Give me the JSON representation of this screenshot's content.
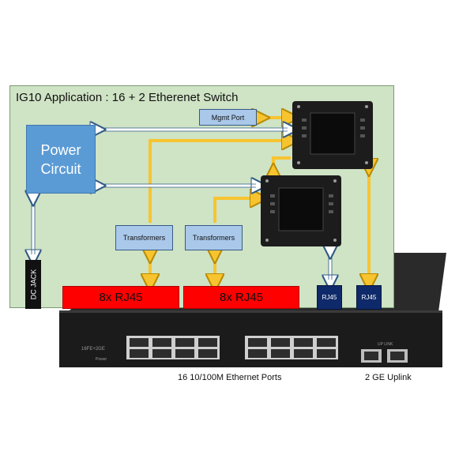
{
  "diagram": {
    "title": "IG10 Application : 16 + 2 Etherenet Switch",
    "power_block": {
      "line1": "Power",
      "line2": "Circuit"
    },
    "mgmt_port": "Mgmt Port",
    "transformers": [
      "Transformers",
      "Transformers"
    ],
    "rj45_groups": [
      "8x RJ45",
      "8x RJ45"
    ],
    "rj45_single": [
      "RJ45",
      "RJ45"
    ],
    "dc_jack": "DC JACK"
  },
  "device": {
    "front_label": "16FE+2GE",
    "power_led_label": "Power",
    "uplink_label": "UP LINK"
  },
  "captions": {
    "ethernet_ports": "16 10/100M Ethernet Ports",
    "uplink": "2 GE Uplink"
  },
  "colors": {
    "panel": "#cfe3c5",
    "power": "#5b9bd5",
    "transformer": "#a9c8ea",
    "rj45_group": "#ff0000",
    "rj45_single": "#0f2a6a",
    "arrow_fill": "#f7c430",
    "arrow_stroke": "#b88a00"
  }
}
